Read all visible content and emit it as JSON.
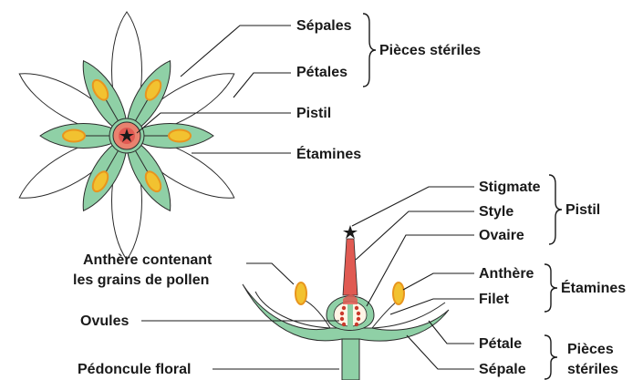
{
  "top_view": {
    "labels": {
      "sepales": "Sépales",
      "petales": "Pétales",
      "pistil": "Pistil",
      "etamines": "Étamines"
    },
    "group_label": "Pièces stériles"
  },
  "side_view": {
    "pistil_labels": {
      "stigmate": "Stigmate",
      "style": "Style",
      "ovaire": "Ovaire"
    },
    "pistil_group": "Pistil",
    "etamine_labels": {
      "anthere": "Anthère",
      "filet": "Filet"
    },
    "etamine_group": "Étamines",
    "sterile_labels": {
      "petale": "Pétale",
      "sepale": "Sépale"
    },
    "sterile_group_line1": "Pièces",
    "sterile_group_line2": "stériles",
    "left_labels": {
      "anthere_line1": "Anthère contenant",
      "anthere_line2": "les grains de pollen",
      "ovules": "Ovules",
      "pedoncule": "Pédoncule floral"
    }
  },
  "colors": {
    "sepal_green": "#8fd0a6",
    "outline": "#2b2b2b",
    "petal_white": "#ffffff",
    "anther_yellow": "#f2c230",
    "anther_orange": "#e8951e",
    "pistil_red": "#e05a52",
    "ovule_red": "#c93a2c"
  }
}
